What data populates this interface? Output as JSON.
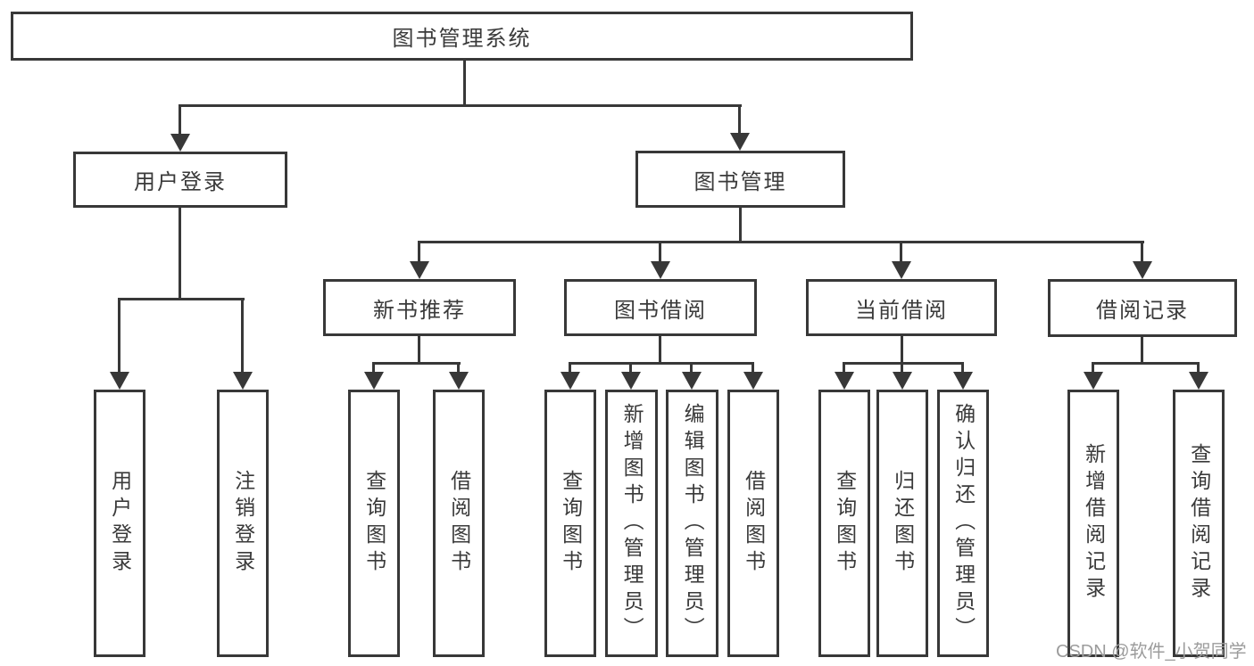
{
  "colors": {
    "line": "#383838",
    "text": "#3a3a3a",
    "box_fill": "#ffffff",
    "background": "#ffffff",
    "watermark": "#9c9c9c"
  },
  "diagram": {
    "root": {
      "label": "图书管理系统"
    },
    "level2": [
      {
        "label": "用户登录"
      },
      {
        "label": "图书管理"
      }
    ],
    "level3": [
      {
        "label": "新书推荐"
      },
      {
        "label": "图书借阅"
      },
      {
        "label": "当前借阅"
      },
      {
        "label": "借阅记录"
      }
    ],
    "leaves": {
      "user_login": [
        {
          "label": "用户登录"
        },
        {
          "label": "注销登录"
        }
      ],
      "new_book_recommend": [
        {
          "label": "查询图书"
        },
        {
          "label": "借阅图书"
        }
      ],
      "book_borrow": [
        {
          "label": "查询图书"
        },
        {
          "label": "新增图书（管理员）"
        },
        {
          "label": "编辑图书（管理员）"
        },
        {
          "label": "借阅图书"
        }
      ],
      "current_borrow": [
        {
          "label": "查询图书"
        },
        {
          "label": "归还图书"
        },
        {
          "label": "确认归还（管理员）"
        }
      ],
      "borrow_record": [
        {
          "label": "新增借阅记录"
        },
        {
          "label": "查询借阅记录"
        }
      ]
    }
  },
  "watermark": {
    "text": "CSDN @软件_小贺同学"
  }
}
